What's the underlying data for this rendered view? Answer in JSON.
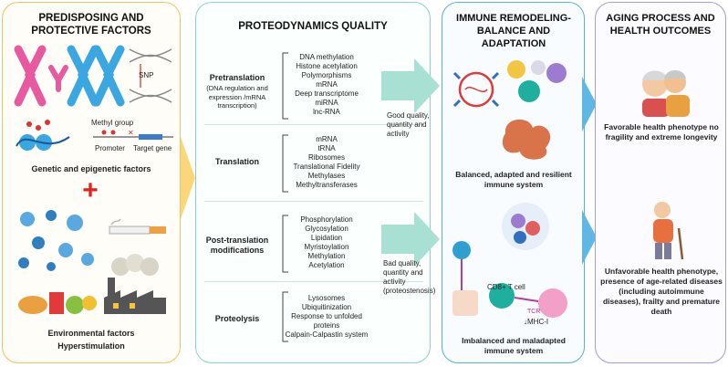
{
  "panel1": {
    "title": "PREDISPOSING  AND PROTECTIVE FACTORS",
    "snp_label": "SNP",
    "methyl_label": "Methyl group",
    "promoter_label": "Promoter",
    "target_label": "Target gene",
    "genetic_caption": "Genetic and epigenetic factors",
    "env_caption": "Environmental factors",
    "hyper_caption": "Hyperstimulation"
  },
  "panel2": {
    "title": "PROTEODYNAMICS QUALITY",
    "sections": [
      {
        "title": "Pretranslation",
        "subtitle": "(DNA regulation and expression /mRNA transcription)",
        "items": [
          "DNA methylation",
          "Histone acetylation",
          "Polymorphisms",
          "mRNA",
          "Deep transcriptome",
          "miRNA",
          "lnc-RNA"
        ]
      },
      {
        "title": "Translation",
        "subtitle": "",
        "items": [
          "mRNA",
          "tRNA",
          "Ribosomes",
          "Translational Fidelity",
          "Methylases",
          "Methyltransferases"
        ]
      },
      {
        "title": "Post-translation modifications",
        "subtitle": "",
        "items": [
          "Phosphorylation",
          "Glycosylation",
          "Lipidation",
          "Myristoylation",
          "Methylation",
          "Acetylation"
        ]
      },
      {
        "title": "Proteolysis",
        "subtitle": "",
        "items": [
          "Lysosomes",
          "Ubiquitinization",
          "Response to unfolded proteins",
          "Calpain-Calpastin system"
        ]
      }
    ]
  },
  "arrows": {
    "good": "Good quality, quantity and activity",
    "bad": "Bad quality, quantity and activity (proteostenosis)"
  },
  "panel3": {
    "title": "IMMUNE REMODELING- BALANCE AND ADAPTATION",
    "balanced": "Balanced, adapted and resilient immune system",
    "cd8_label": "CD8+ T cell",
    "tcr_label": "TCR",
    "mhc_label": "MHC-I",
    "imbalanced": "Imbalanced and maladapted immune system"
  },
  "panel4": {
    "title": "AGING PROCESS AND HEALTH OUTCOMES",
    "favorable": "Favorable health phenotype no fragility and extreme longevity",
    "unfavorable": "Unfavorable health phenotype, presence of age-related diseases (including autoimmune diseases), frailty and premature death"
  },
  "colors": {
    "yellow_border": "#f2c45a",
    "teal_border": "#8fd0c6",
    "blue_border": "#5ab0d8",
    "purple_border": "#a79adf",
    "arrow_yellow": "#fbd77a",
    "arrow_teal": "#a8e0d4",
    "arrow_blue": "#5fb8e3",
    "plus_red": "#e0221d"
  }
}
